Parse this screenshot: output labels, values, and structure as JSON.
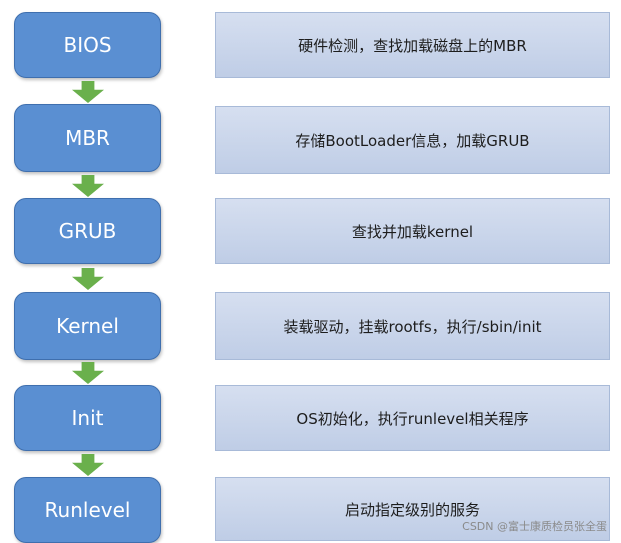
{
  "stages": [
    {
      "label": "BIOS",
      "description": "硬件检测，查找加载磁盘上的MBR"
    },
    {
      "label": "MBR",
      "description": "存储BootLoader信息，加载GRUB"
    },
    {
      "label": "GRUB",
      "description": "查找并加载kernel"
    },
    {
      "label": "Kernel",
      "description": "装载驱动，挂载rootfs，执行/sbin/init"
    },
    {
      "label": "Init",
      "description": "OS初始化，执行runlevel相关程序"
    },
    {
      "label": "Runlevel",
      "description": "启动指定级别的服务"
    }
  ],
  "watermark": "CSDN @富士康质检员张全蛋",
  "colors": {
    "stage_fill": "#5a8fd2",
    "description_fill": "#c9d6ec",
    "arrow": "#6ab04c"
  }
}
